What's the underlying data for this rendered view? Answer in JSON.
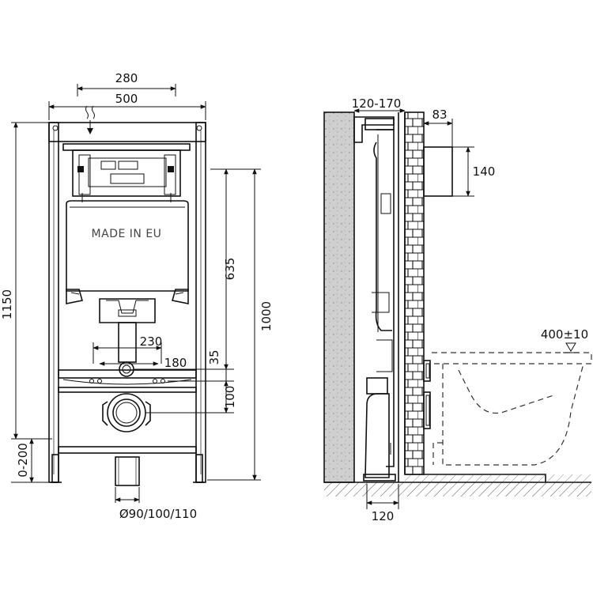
{
  "labels": {
    "made_in": "MADE IN EU"
  },
  "dimensions": {
    "d280": "280",
    "d500": "500",
    "d1150": "1150",
    "d0_200": "0-200",
    "d635": "635",
    "d1000": "1000",
    "d230": "230",
    "d180": "180",
    "d35": "35",
    "d100": "100",
    "d_pipe": "Ø90/100/110",
    "d120_170": "120-170",
    "d83": "83",
    "d140": "140",
    "d400": "400±10",
    "d120": "120"
  }
}
